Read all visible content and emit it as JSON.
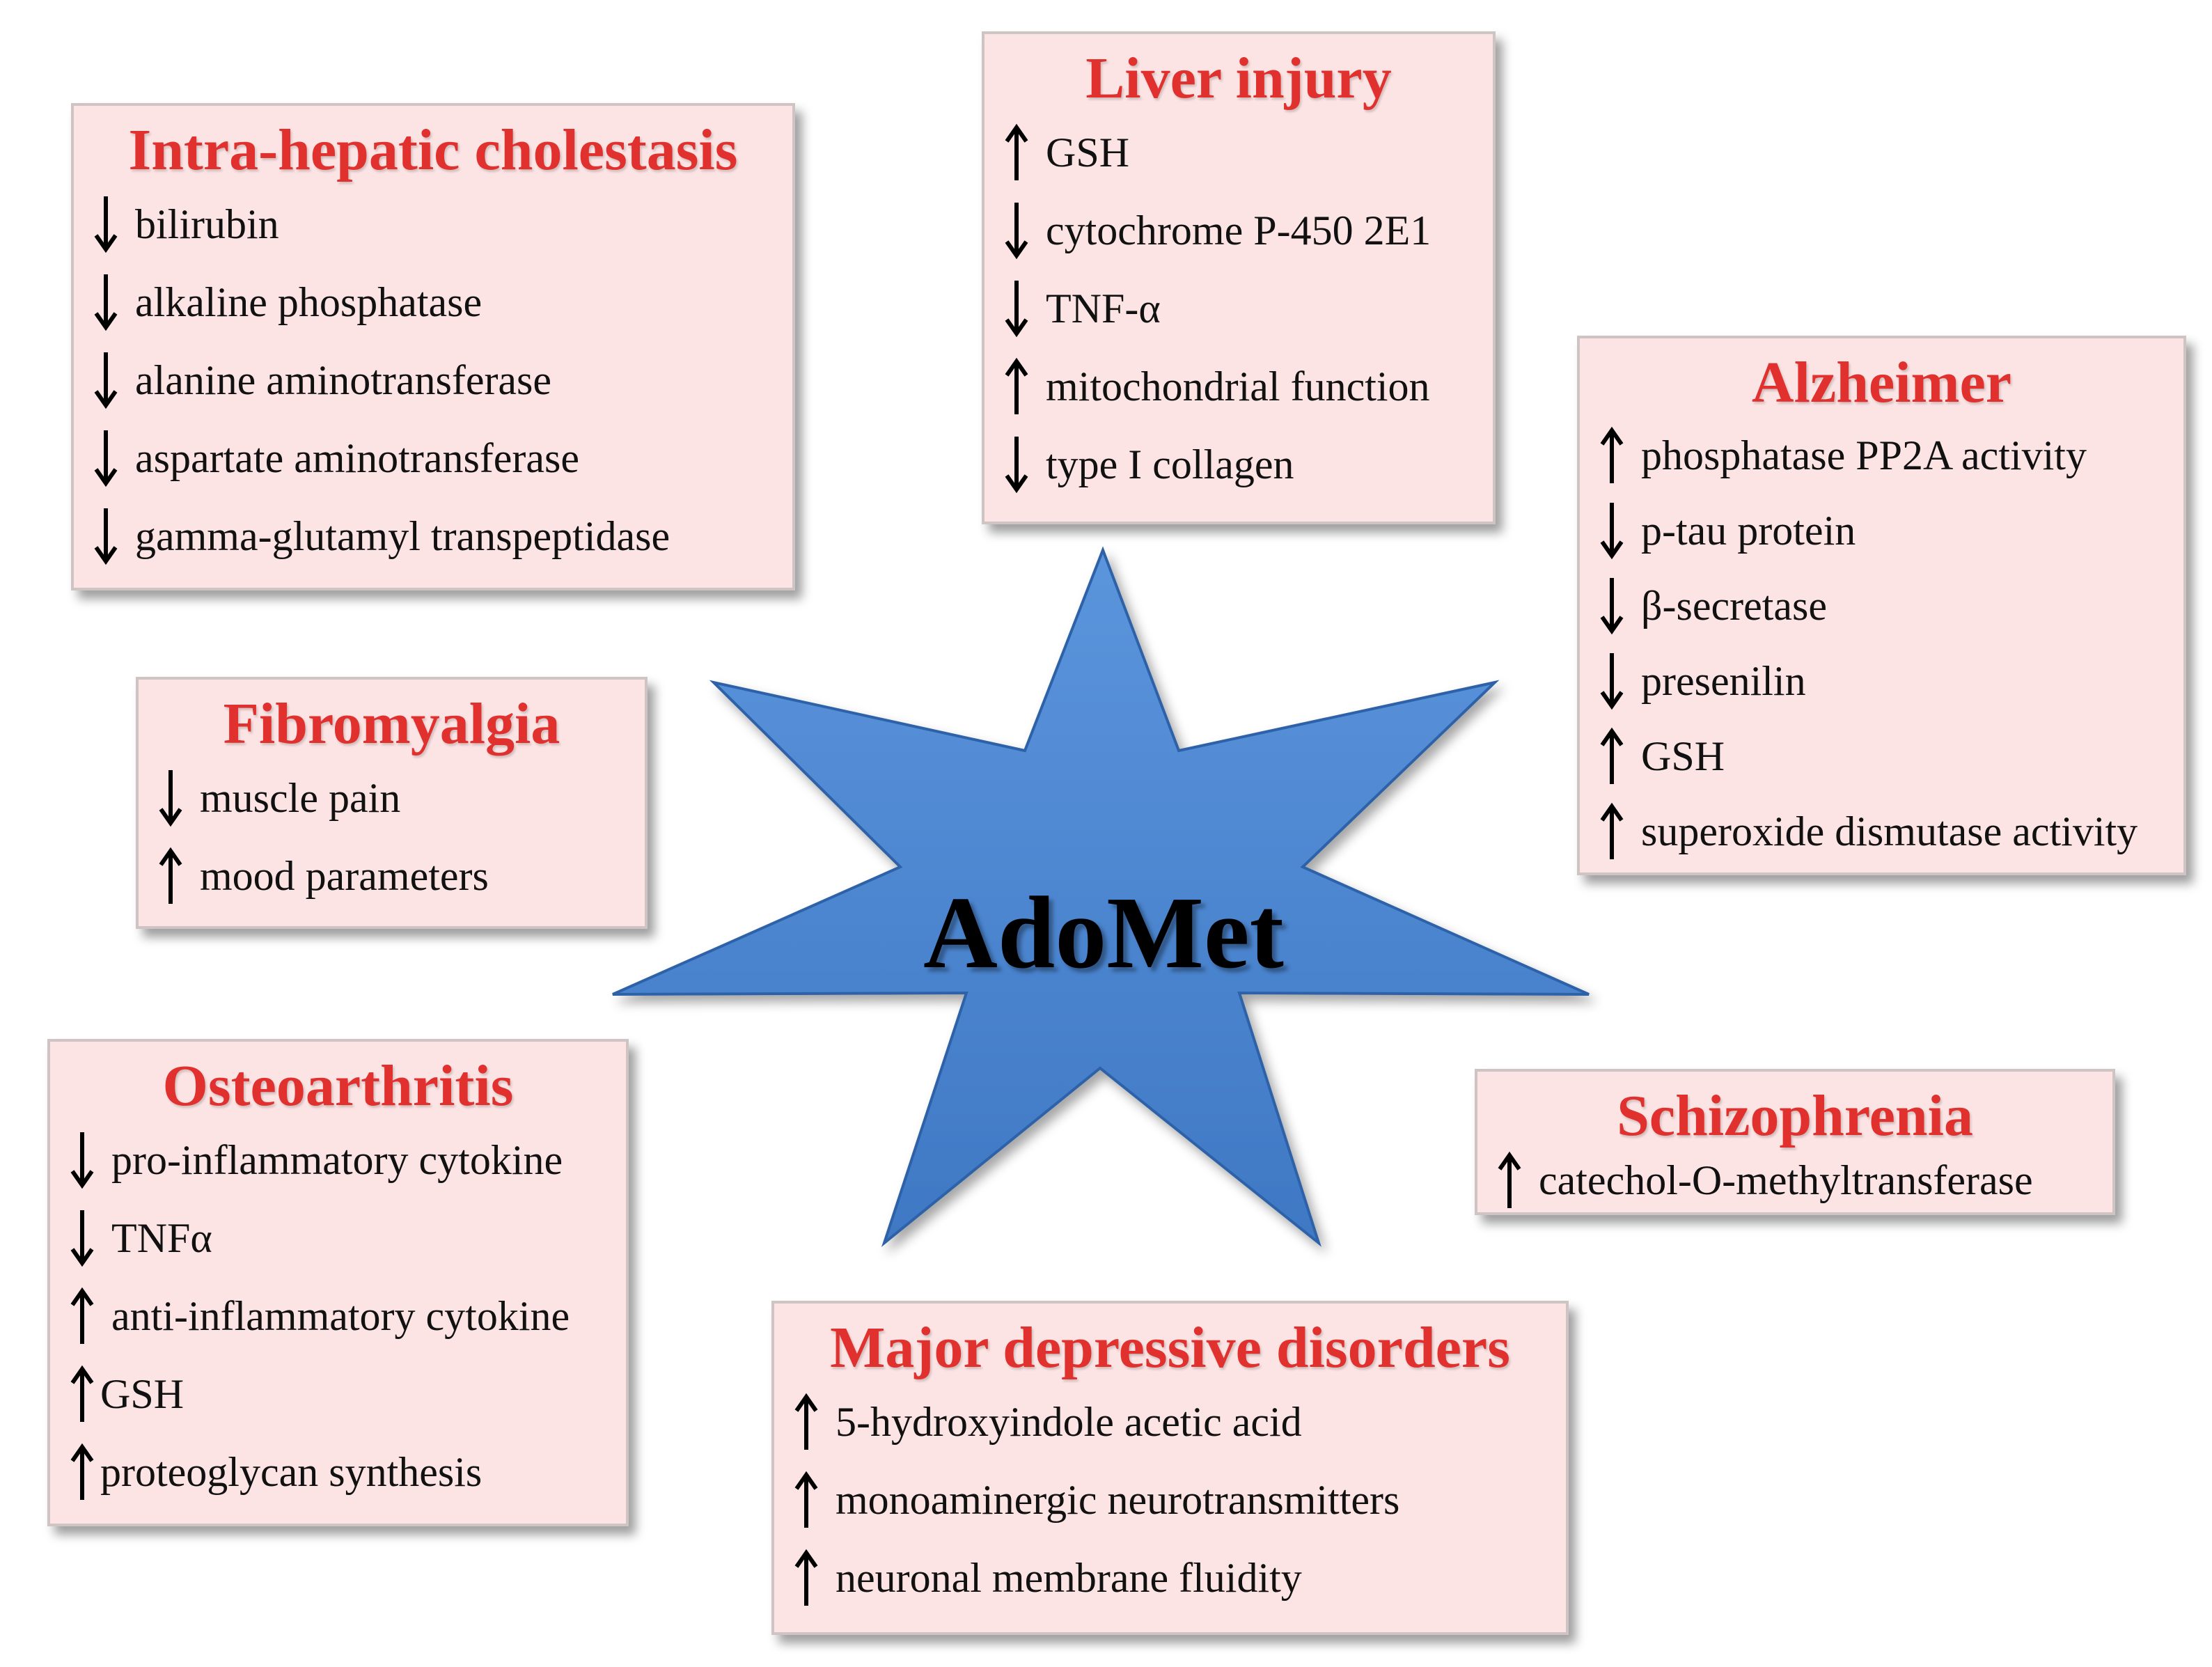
{
  "center": {
    "label": "AdoMet"
  },
  "colors": {
    "star_fill": "#4a86d2",
    "star_stroke": "#2e62a8",
    "title": "#e0312f",
    "box_bg": "#fde4e4"
  },
  "boxes": [
    {
      "id": "intra-hepatic-cholestasis",
      "title": "Intra-hepatic cholestasis",
      "items": [
        {
          "dir": "down",
          "text": "bilirubin"
        },
        {
          "dir": "down",
          "text": "alkaline phosphatase"
        },
        {
          "dir": "down",
          "text": "alanine aminotransferase"
        },
        {
          "dir": "down",
          "text": "aspartate aminotransferase"
        },
        {
          "dir": "down",
          "text": "gamma-glutamyl transpeptidase"
        }
      ]
    },
    {
      "id": "liver-injury",
      "title": "Liver injury",
      "items": [
        {
          "dir": "up",
          "text": "GSH"
        },
        {
          "dir": "down",
          "text": "cytochrome P-450 2E1"
        },
        {
          "dir": "down",
          "text": "TNF-α"
        },
        {
          "dir": "up",
          "text": "mitochondrial function"
        },
        {
          "dir": "down",
          "text": "type I collagen"
        }
      ]
    },
    {
      "id": "alzheimer",
      "title": "Alzheimer",
      "items": [
        {
          "dir": "up",
          "text": "phosphatase PP2A activity"
        },
        {
          "dir": "down",
          "text": "p-tau protein"
        },
        {
          "dir": "down",
          "text": "β-secretase"
        },
        {
          "dir": "down",
          "text": "presenilin"
        },
        {
          "dir": "up",
          "text": "GSH"
        },
        {
          "dir": "up",
          "text": "superoxide dismutase activity"
        }
      ]
    },
    {
      "id": "fibromyalgia",
      "title": "Fibromyalgia",
      "items": [
        {
          "dir": "down",
          "text": "muscle pain"
        },
        {
          "dir": "up",
          "text": "mood parameters"
        }
      ]
    },
    {
      "id": "osteoarthritis",
      "title": "Osteoarthritis",
      "items": [
        {
          "dir": "down",
          "text": "pro-inflammatory cytokine"
        },
        {
          "dir": "down",
          "text": "TNFα"
        },
        {
          "dir": "up",
          "text": "anti-inflammatory cytokine"
        },
        {
          "dir": "up",
          "text": "GSH"
        },
        {
          "dir": "up",
          "text": "proteoglycan synthesis"
        }
      ]
    },
    {
      "id": "schizophrenia",
      "title": "Schizophrenia",
      "items": [
        {
          "dir": "up",
          "text": "catechol-O-methyltransferase"
        }
      ]
    },
    {
      "id": "major-depressive-disorders",
      "title": "Major depressive disorders",
      "items": [
        {
          "dir": "up",
          "text": "5-hydroxyindole acetic acid"
        },
        {
          "dir": "up",
          "text": "monoaminergic neurotransmitters"
        },
        {
          "dir": "up",
          "text": "neuronal membrane fluidity"
        }
      ]
    }
  ]
}
